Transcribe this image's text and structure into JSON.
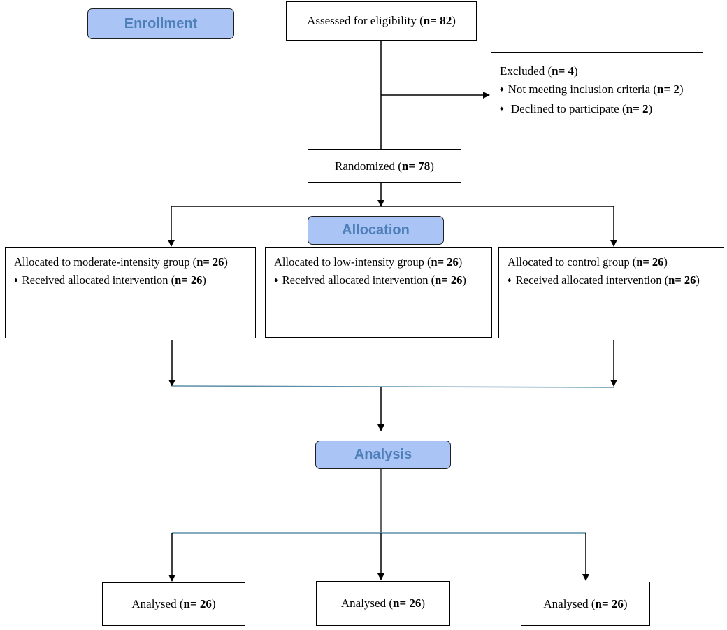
{
  "phases": {
    "enrollment": "Enrollment",
    "allocation": "Allocation",
    "analysis": "Analysis"
  },
  "assessed": {
    "label": "Assessed for eligibility (",
    "n": "n= 82",
    "close": ")"
  },
  "excluded": {
    "title": {
      "label": "Excluded (",
      "n": "n= 4",
      "close": ")"
    },
    "items": [
      {
        "bullet": "♦",
        "label": "Not meeting inclusion criteria (",
        "n": "n= 2",
        "close": ")"
      },
      {
        "bullet": "♦",
        "label": " Declined to participate (",
        "n": "n= 2",
        "close": ")"
      }
    ]
  },
  "randomized": {
    "label": "Randomized (",
    "n": "n= 78",
    "close": ")"
  },
  "groups": [
    {
      "title": {
        "label": "Allocated to moderate-intensity group (",
        "n": "n= 26",
        "close": ")"
      },
      "item": {
        "bullet": "♦",
        "label": "Received allocated intervention (",
        "n": "n= 26",
        "close": ")"
      }
    },
    {
      "title": {
        "label": "Allocated to low-intensity group (",
        "n": "n= 26",
        "close": ")"
      },
      "item": {
        "bullet": "♦",
        "label": "Received allocated intervention (",
        "n": "n= 26",
        "close": ")"
      }
    },
    {
      "title": {
        "label": "Allocated to control group (",
        "n": "n= 26",
        "close": ")"
      },
      "item": {
        "bullet": "♦",
        "label": "Received allocated intervention (",
        "n": "n= 26",
        "close": ")"
      }
    }
  ],
  "analysed": [
    {
      "label": "Analysed (",
      "n": "n= 26",
      "close": ")"
    },
    {
      "label": "Analysed (",
      "n": "n= 26",
      "close": ")"
    },
    {
      "label": "Analysed (",
      "n": "n= 26",
      "close": ")"
    }
  ],
  "colors": {
    "phase_fill": "#a9c4f5",
    "phase_text": "#4f7fb8",
    "join_line": "#5b8fa8",
    "line": "#000000"
  }
}
